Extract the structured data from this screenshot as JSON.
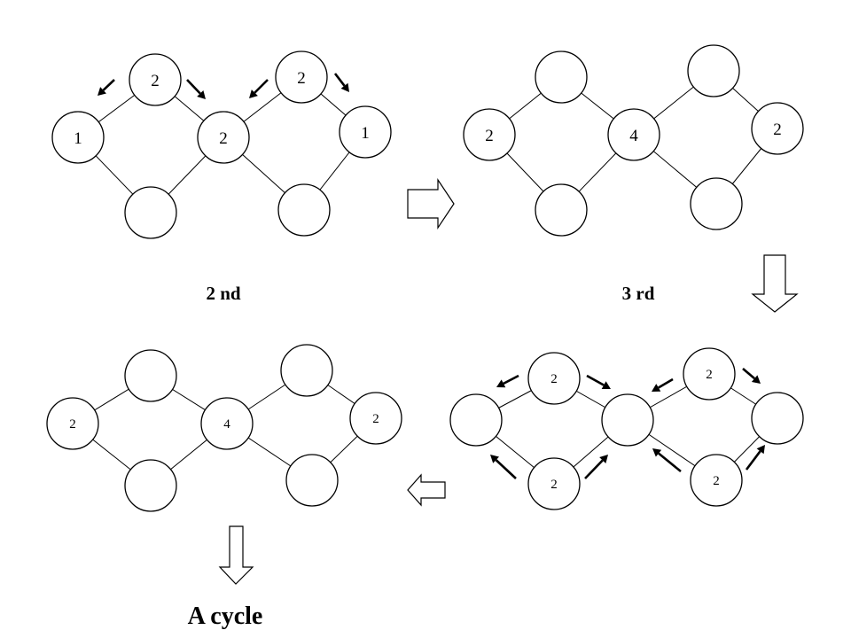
{
  "panels": [
    {
      "id": "second-iteration",
      "caption": "2 nd",
      "nodes": [
        "2",
        "1",
        "2",
        "",
        "2",
        "1",
        ""
      ]
    },
    {
      "id": "third-iteration",
      "caption": "3 rd",
      "nodes": [
        "",
        "2",
        "4",
        "",
        "",
        "2",
        ""
      ]
    },
    {
      "id": "fourth-iteration",
      "caption": "",
      "nodes": [
        "2",
        "",
        "",
        "2",
        "2",
        "",
        "2"
      ]
    },
    {
      "id": "fifth-iteration",
      "caption": "",
      "nodes": [
        "",
        "2",
        "4",
        "",
        "",
        "2",
        ""
      ]
    }
  ],
  "final_caption": "A cycle"
}
